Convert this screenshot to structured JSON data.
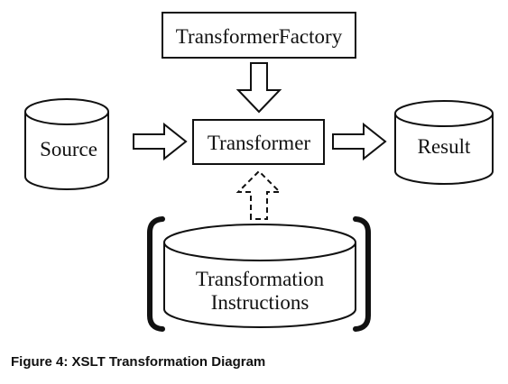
{
  "nodes": {
    "factory": "TransformerFactory",
    "source": "Source",
    "transformer": "Transformer",
    "result": "Result",
    "instructions_line1": "Transformation",
    "instructions_line2": "Instructions"
  },
  "caption": "Figure 4: XSLT Transformation Diagram"
}
